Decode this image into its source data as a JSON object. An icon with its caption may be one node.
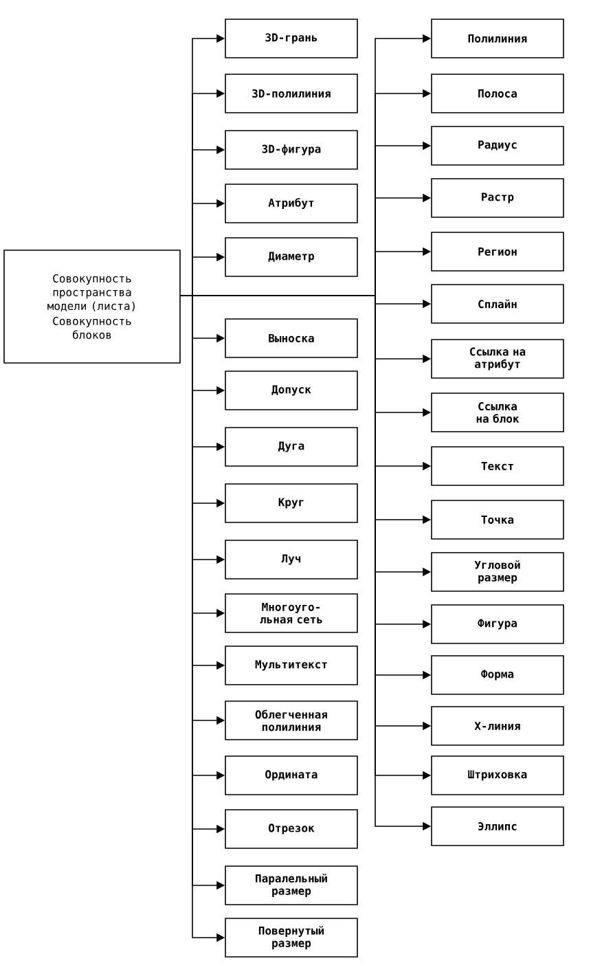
{
  "diagram": {
    "nodes": [
      {
        "text": [
          "Совокупность пространства модели (листа)",
          "Совокупность блоков"
        ]
      },
      {
        "text": [
          "3D-грань"
        ]
      },
      {
        "text": [
          "3D-полилиния"
        ]
      },
      {
        "text": [
          "3D-фигура"
        ]
      },
      {
        "text": [
          "Атрибут"
        ]
      },
      {
        "text": [
          "Диаметр"
        ]
      },
      {
        "text": [
          "Выноска"
        ]
      },
      {
        "text": [
          "Допуск"
        ]
      },
      {
        "text": [
          "Дуга"
        ]
      },
      {
        "text": [
          "Круг"
        ]
      },
      {
        "text": [
          "Луч"
        ]
      },
      {
        "text": [
          "Многоуго- льная сеть"
        ]
      },
      {
        "text": [
          "Мультитекст"
        ]
      },
      {
        "text": [
          "Облегченная полилиния"
        ]
      },
      {
        "text": [
          "Ордината"
        ]
      },
      {
        "text": [
          "Отрезок"
        ]
      },
      {
        "text": [
          "Паралельный размер"
        ]
      },
      {
        "text": [
          "Повернутый размер"
        ]
      },
      {
        "text": [
          "Полилиния"
        ]
      },
      {
        "text": [
          "Полоса"
        ]
      },
      {
        "text": [
          "Радиус"
        ]
      },
      {
        "text": [
          "Растр"
        ]
      },
      {
        "text": [
          "Регион"
        ]
      },
      {
        "text": [
          "Сплайн"
        ]
      },
      {
        "text": [
          "Ссылка на атрибут"
        ]
      },
      {
        "text": [
          "Ссылка на блок"
        ]
      },
      {
        "text": [
          "Текст"
        ]
      },
      {
        "text": [
          "Точка"
        ]
      },
      {
        "text": [
          "Угловой размер"
        ]
      },
      {
        "text": [
          "Фигура"
        ]
      },
      {
        "text": [
          "Форма"
        ]
      },
      {
        "text": [
          "X-линия"
        ]
      },
      {
        "text": [
          "Штриховка"
        ]
      },
      {
        "text": [
          "Эллипс"
        ]
      }
    ],
    "edges": [
      {
        "from": 0,
        "to": 1,
        "arrow": "to"
      },
      {
        "from": 0,
        "to": 2,
        "arrow": "to"
      },
      {
        "from": 0,
        "to": 3,
        "arrow": "to"
      },
      {
        "from": 0,
        "to": 4,
        "arrow": "to"
      },
      {
        "from": 0,
        "to": 5,
        "arrow": "to"
      },
      {
        "from": 0,
        "to": 6,
        "arrow": "to"
      },
      {
        "from": 0,
        "to": 7,
        "arrow": "to"
      },
      {
        "from": 0,
        "to": 8,
        "arrow": "to"
      },
      {
        "from": 0,
        "to": 9,
        "arrow": "to"
      },
      {
        "from": 0,
        "to": 10,
        "arrow": "to"
      },
      {
        "from": 0,
        "to": 11,
        "arrow": "to"
      },
      {
        "from": 0,
        "to": 12,
        "arrow": "to"
      },
      {
        "from": 0,
        "to": 13,
        "arrow": "to"
      },
      {
        "from": 0,
        "to": 14,
        "arrow": "to"
      },
      {
        "from": 0,
        "to": 15,
        "arrow": "to"
      },
      {
        "from": 0,
        "to": 16,
        "arrow": "to"
      },
      {
        "from": 0,
        "to": 17,
        "arrow": "to"
      },
      {
        "from": 0,
        "to": 18,
        "arrow": "to"
      },
      {
        "from": 0,
        "to": 19,
        "arrow": "to"
      },
      {
        "from": 0,
        "to": 20,
        "arrow": "to"
      },
      {
        "from": 0,
        "to": 21,
        "arrow": "to"
      },
      {
        "from": 0,
        "to": 22,
        "arrow": "to"
      },
      {
        "from": 0,
        "to": 23,
        "arrow": "to"
      },
      {
        "from": 0,
        "to": 24,
        "arrow": "to"
      },
      {
        "from": 0,
        "to": 25,
        "arrow": "to"
      },
      {
        "from": 0,
        "to": 26,
        "arrow": "to"
      },
      {
        "from": 0,
        "to": 27,
        "arrow": "to"
      },
      {
        "from": 0,
        "to": 28,
        "arrow": "to"
      },
      {
        "from": 0,
        "to": 29,
        "arrow": "to"
      },
      {
        "from": 0,
        "to": 30,
        "arrow": "to"
      },
      {
        "from": 0,
        "to": 31,
        "arrow": "to"
      },
      {
        "from": 0,
        "to": 32,
        "arrow": "to"
      },
      {
        "from": 0,
        "to": 33,
        "arrow": "to"
      }
    ]
  }
}
